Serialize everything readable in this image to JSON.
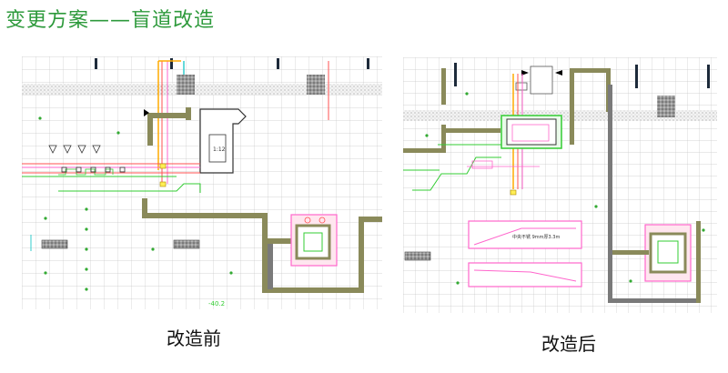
{
  "slide": {
    "title": "变更方案——盲道改造"
  },
  "panels": {
    "before": {
      "caption": "改造前",
      "ramp_label": "1:12",
      "elev_label": "-40.2"
    },
    "after": {
      "caption": "改造后",
      "section_label": "中央不锈  9mm厚3.3m"
    }
  },
  "colors": {
    "title": "#2e9a3c",
    "grid": "#c8c8c8",
    "wall": "#8a8a5a",
    "pink": "#ff66cc",
    "green": "#33cc33",
    "red": "#ff5050",
    "orange": "#ffaa00",
    "cyan": "#33cccc"
  }
}
